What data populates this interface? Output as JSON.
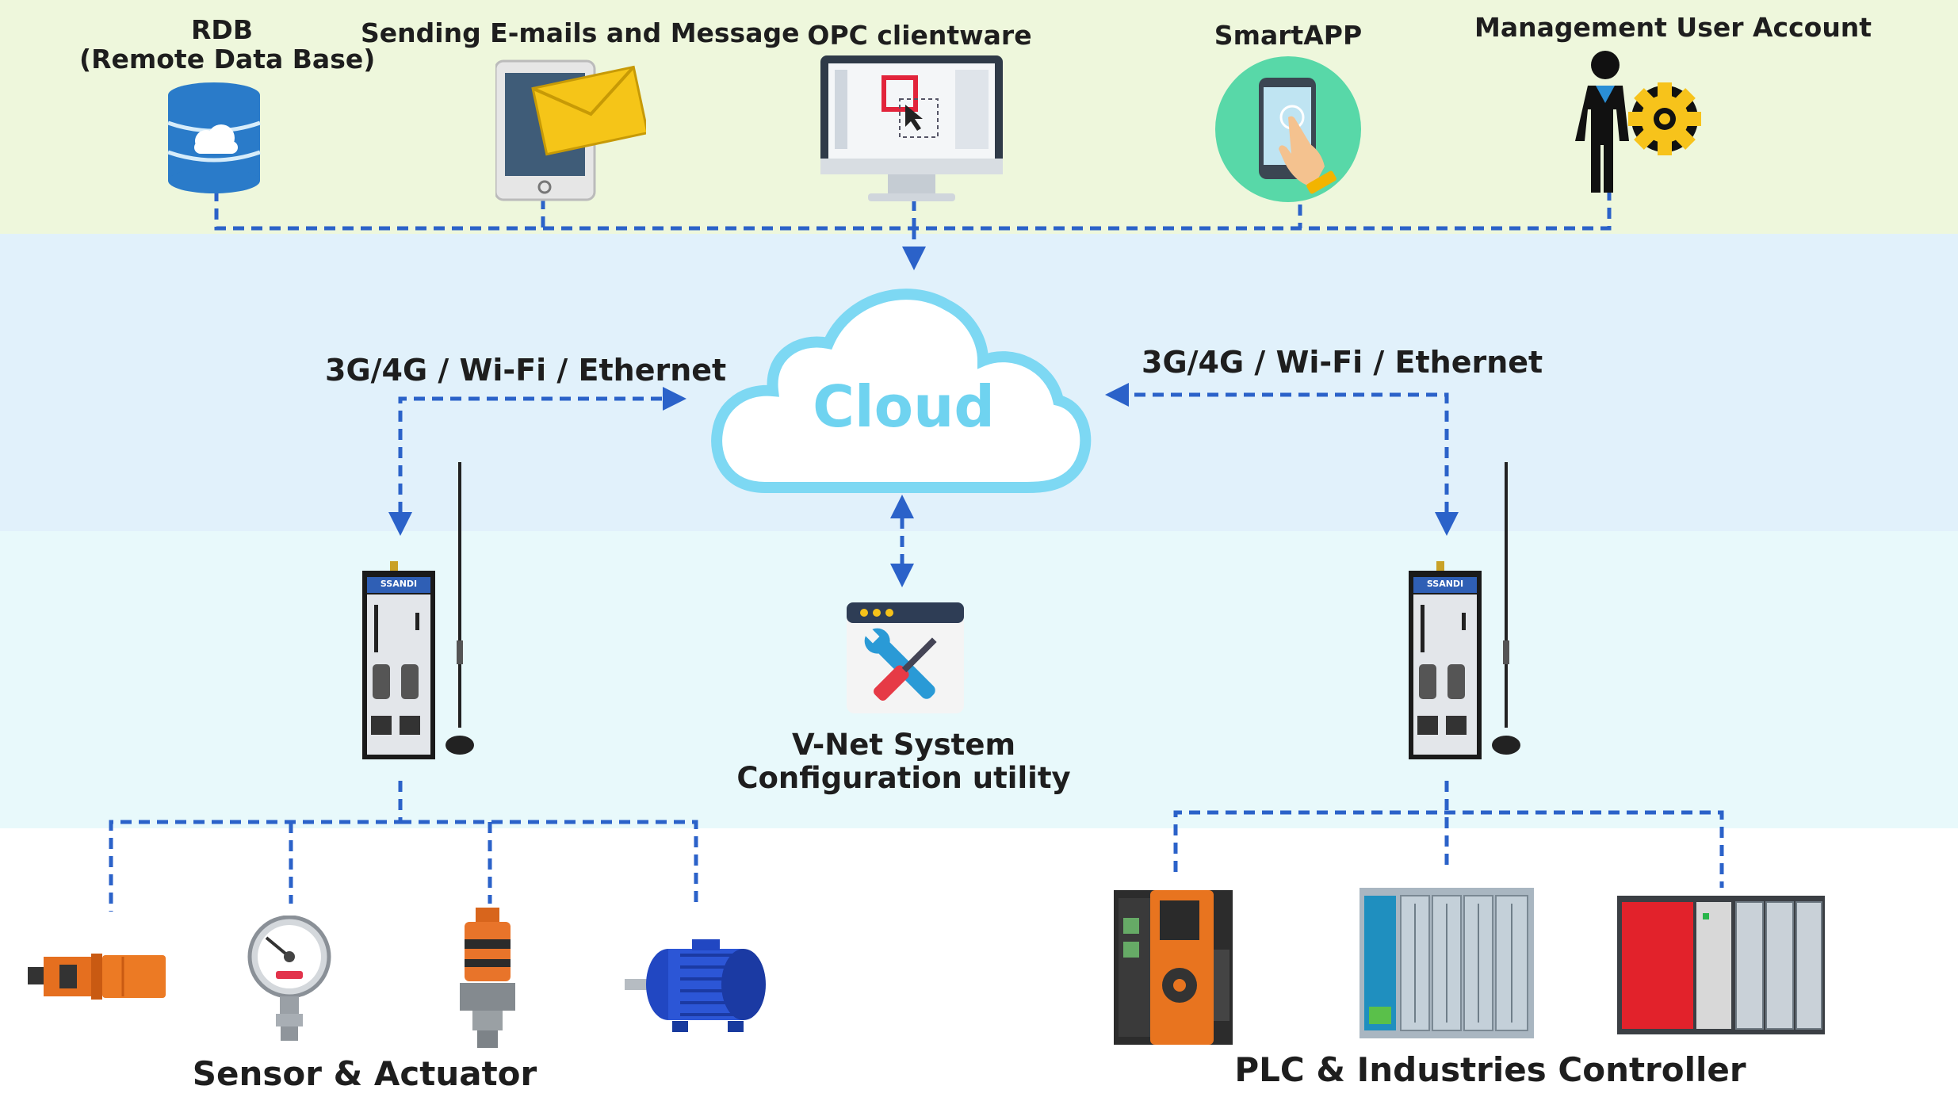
{
  "top": {
    "rdb_title": "RDB",
    "rdb_subtitle": "(Remote Data Base)",
    "email": "Sending E-mails and Message",
    "opc": "OPC clientware",
    "smartapp": "SmartAPP",
    "management": "Management User Account"
  },
  "network": {
    "left_label": "3G/4G / Wi-Fi / Ethernet",
    "right_label": "3G/4G / Wi-Fi / Ethernet",
    "cloud_label": "Cloud"
  },
  "vnet": {
    "line1": "V-Net System",
    "line2": "Configuration utility"
  },
  "device": {
    "brand": "SSANDI"
  },
  "groups": {
    "sensor": "Sensor  &  Actuator",
    "plc": "PLC & Industries  Controller"
  },
  "colors": {
    "dashed_line": "#2b62c9",
    "cloud_stroke": "#7dd8f3",
    "top_band": "#eef7dc",
    "middle_band": "#e1f1fb",
    "device_band": "#e8f9fb"
  }
}
